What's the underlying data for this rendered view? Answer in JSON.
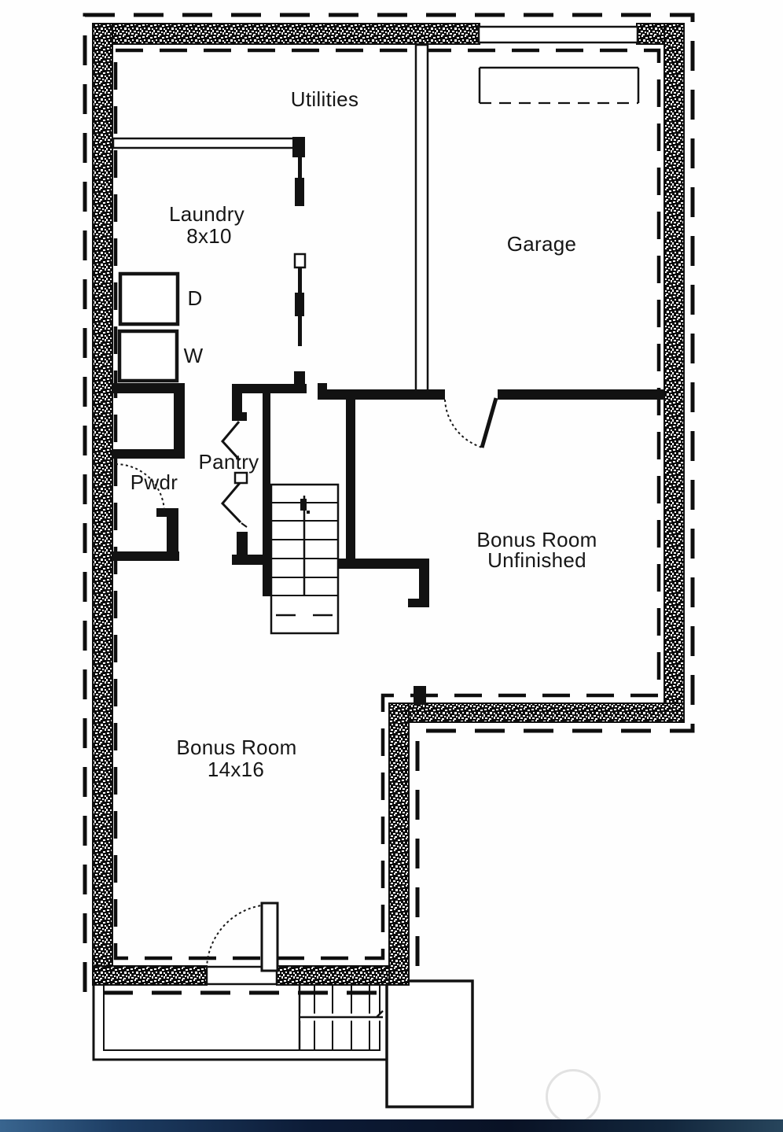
{
  "plan": {
    "rooms": [
      {
        "id": "utilities",
        "label": "Utilities"
      },
      {
        "id": "laundry",
        "label": "Laundry",
        "size": "8x10"
      },
      {
        "id": "garage",
        "label": "Garage"
      },
      {
        "id": "pantry",
        "label": "Pantry"
      },
      {
        "id": "powder",
        "label": "Pwdr"
      },
      {
        "id": "bonus-unfinished",
        "label": "Bonus Room",
        "sublabel": "Unfinished"
      },
      {
        "id": "bonus-14x16",
        "label": "Bonus Room",
        "size": "14x16"
      }
    ],
    "appliances": [
      {
        "id": "dryer",
        "label": "D"
      },
      {
        "id": "washer",
        "label": "W"
      }
    ]
  },
  "colors": {
    "walls": "#121212",
    "background": "#ffffff",
    "footer_left": "#39658f",
    "footer_dark": "#0c1b36",
    "watermark": "#e2e2e2"
  }
}
